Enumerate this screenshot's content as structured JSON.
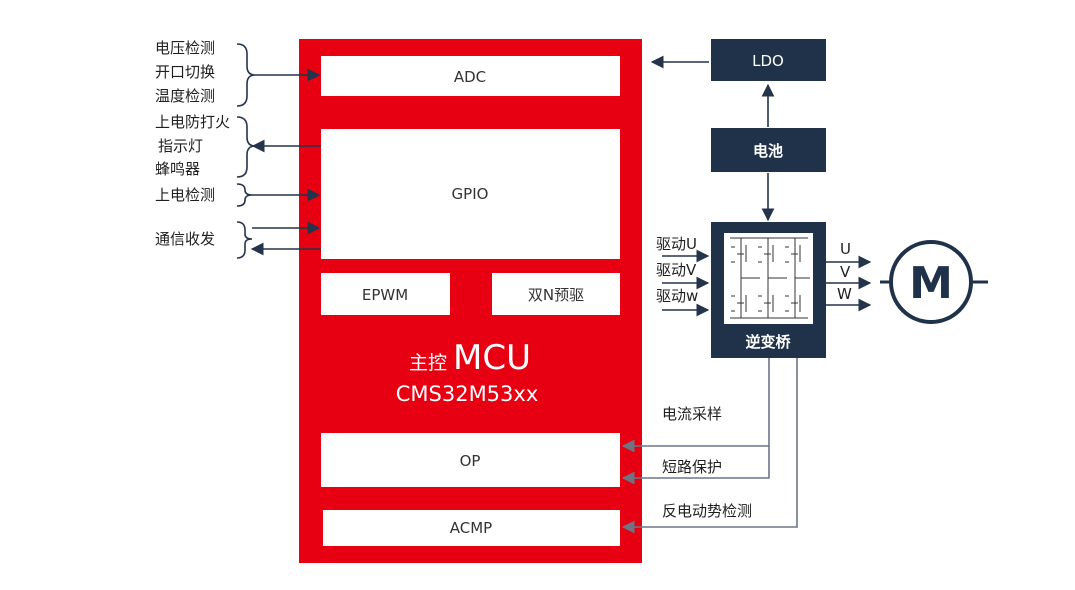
{
  "inputs_left": {
    "adc_group": [
      "电压检测",
      "开口切换",
      "温度检测"
    ],
    "gpio_out_group": [
      "上电防打火",
      "指示灯",
      "蜂鸣器"
    ],
    "gpio_in_label": "上电检测",
    "comm_label": "通信收发"
  },
  "mcu": {
    "title_cn": "主控",
    "title_en": "MCU",
    "part": "CMS32M53xx",
    "blocks": {
      "adc": "ADC",
      "gpio": "GPIO",
      "epwm": "EPWM",
      "predriver": "双N预驱",
      "op": "OP",
      "acmp": "ACMP"
    }
  },
  "power": {
    "ldo": "LDO",
    "battery": "电池"
  },
  "bridge": {
    "label": "逆变桥",
    "drive_inputs": [
      "驱动U",
      "驱动V",
      "驱动w"
    ],
    "phases": [
      "U",
      "V",
      "W"
    ]
  },
  "motor": {
    "label": "M"
  },
  "feedback": {
    "current": "电流采样",
    "short": "短路保护",
    "bemf": "反电动势检测"
  },
  "colors": {
    "mcu_red": "#e60012",
    "navy": "#1f3249",
    "wire": "#24344a"
  }
}
